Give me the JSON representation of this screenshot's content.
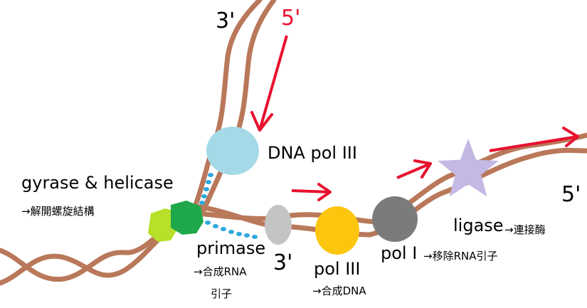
{
  "colors": {
    "dna_strand": "#b9785a",
    "arrow": "#e8102e",
    "rna_primer": "#2ea8dc",
    "dna_pol_iii_top": "#a6d9e8",
    "gyrase": "#b6e02a",
    "helicase": "#1fa84a",
    "primase": "#c4c4c4",
    "pol_iii": "#fcc60e",
    "pol_i": "#7b7b7b",
    "ligase": "#c4b8e4"
  },
  "labels": {
    "top_3prime": "3'",
    "top_5prime": "5'",
    "dna_pol_iii": "DNA pol III",
    "gyrase_helicase": "gyrase & helicase",
    "gyrase_helicase_desc": "→解開螺旋結構",
    "primase": "primase",
    "primase_desc_1": "→合成RNA",
    "primase_desc_2": "引子",
    "mid_3prime": "3'",
    "pol_iii": "pol III",
    "pol_iii_desc": "→合成DNA",
    "pol_i": "pol I",
    "pol_i_desc": "→移除RNA引子",
    "ligase": "ligase",
    "ligase_desc": "→連接酶",
    "right_5prime": "5'"
  }
}
